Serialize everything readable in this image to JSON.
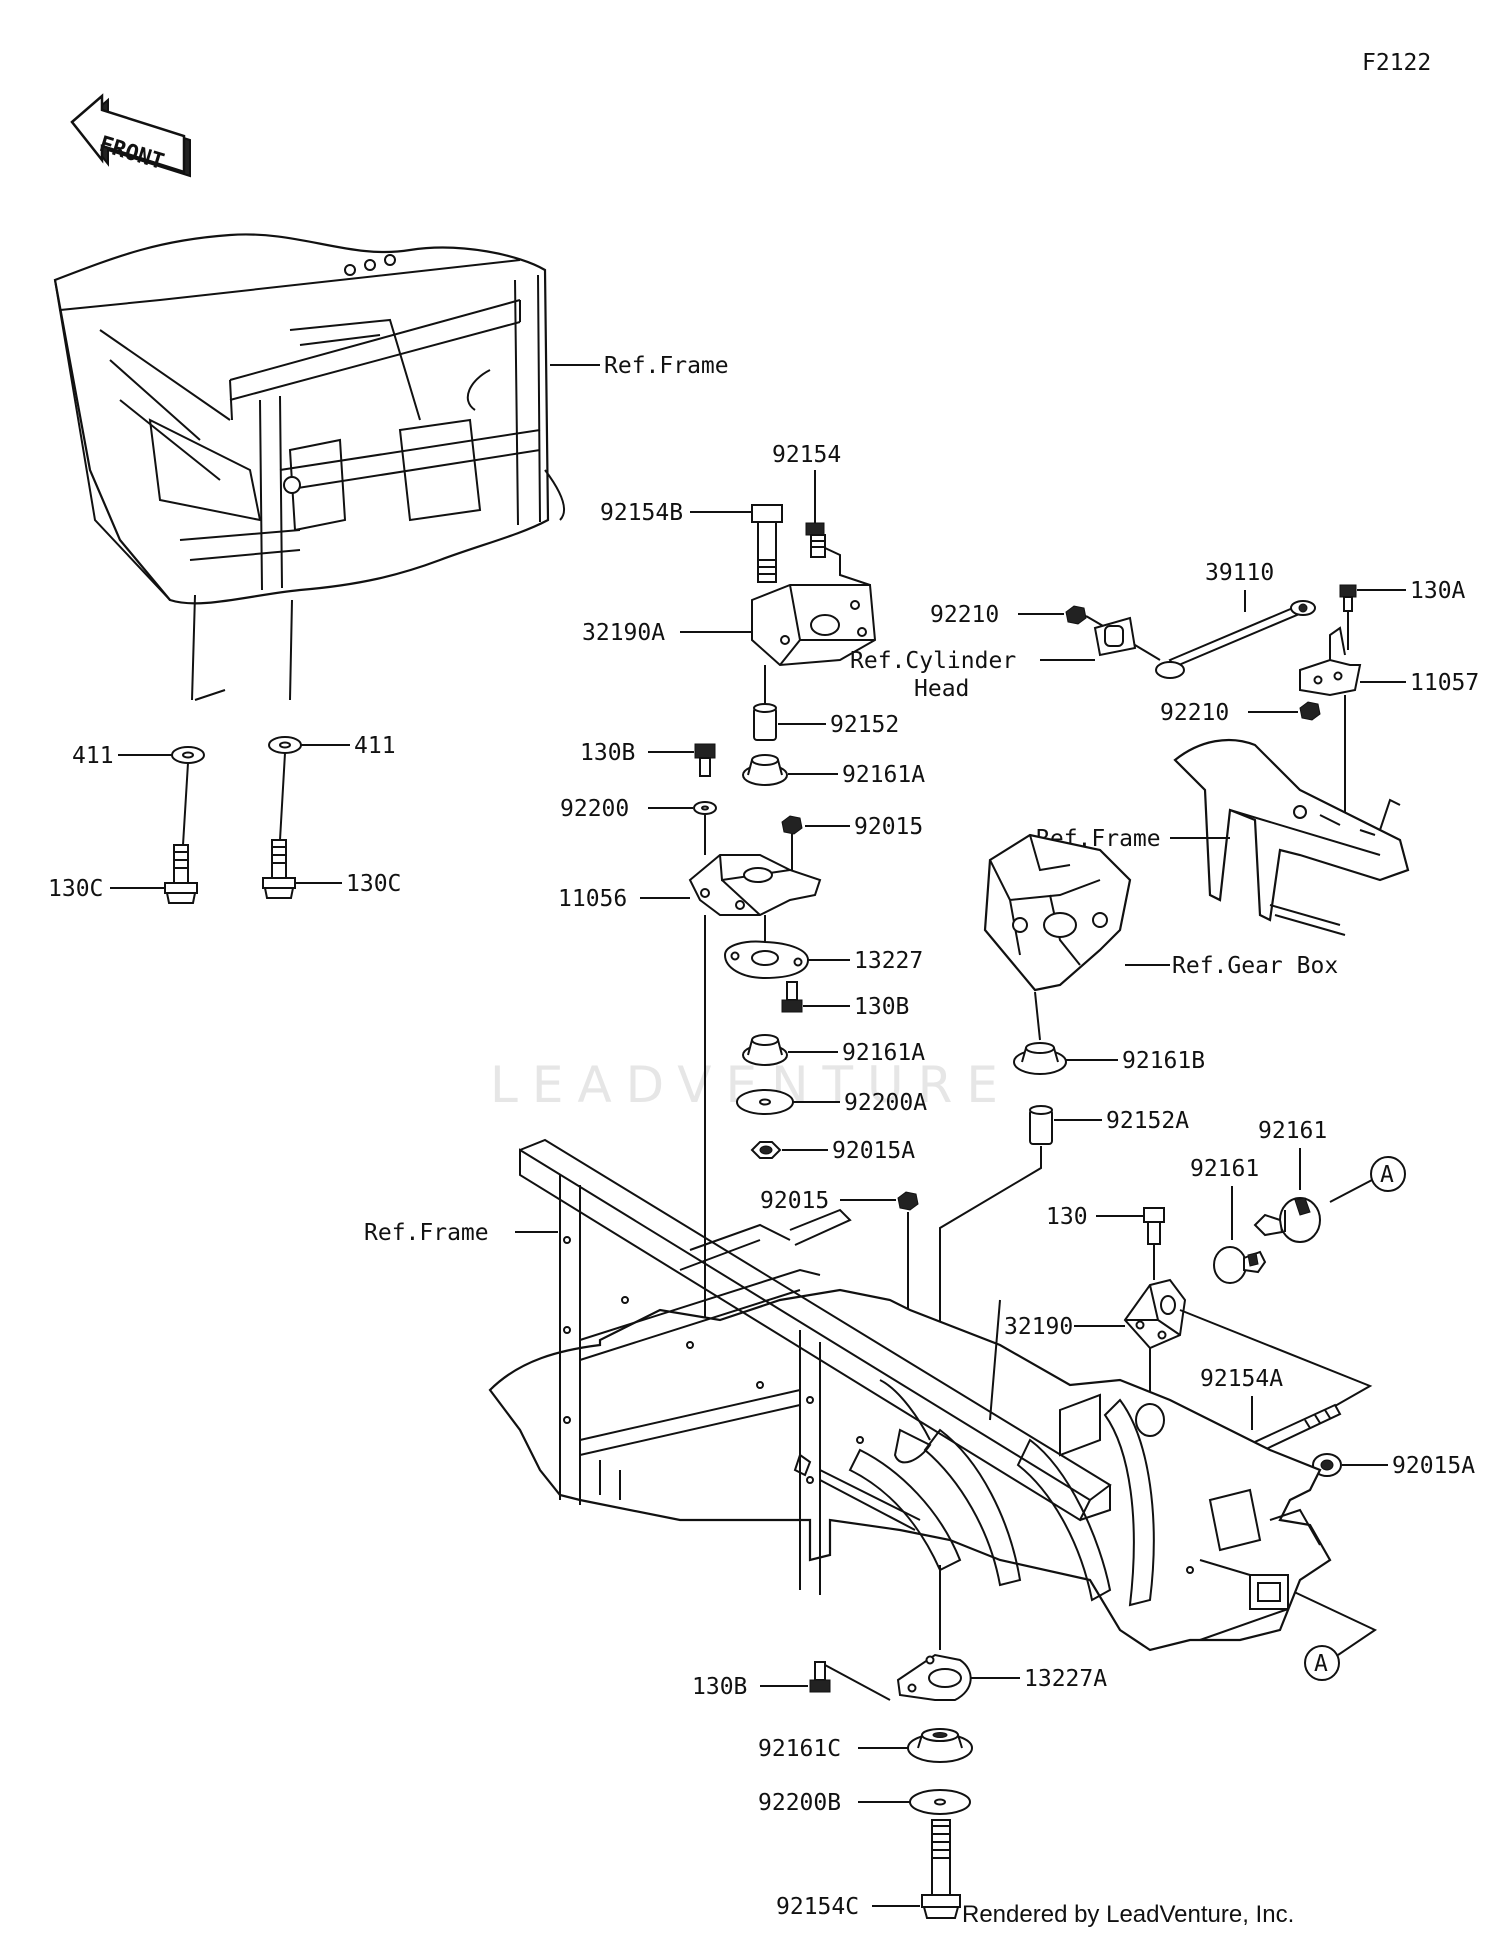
{
  "diagram_code": "F2122",
  "front_arrow_label": "FRONT",
  "watermark": "LEADVENTURE",
  "credit": "Rendered by LeadVenture, Inc.",
  "callout_letter": "A",
  "references": {
    "frame": "Ref.Frame",
    "cylinder_head_line1": "Ref.Cylinder",
    "cylinder_head_line2": "Head",
    "gear_box": "Ref.Gear Box"
  },
  "parts": {
    "p92154": "92154",
    "p92154B": "92154B",
    "p32190A": "32190A",
    "p92152": "92152",
    "p130B": "130B",
    "p92161A": "92161A",
    "p92200": "92200",
    "p92015": "92015",
    "p11056": "11056",
    "p13227": "13227",
    "p92200A": "92200A",
    "p92015A": "92015A",
    "p39110": "39110",
    "p130A": "130A",
    "p92210": "92210",
    "p11057": "11057",
    "p92161B": "92161B",
    "p92152A": "92152A",
    "p92161": "92161",
    "p130": "130",
    "p32190": "32190",
    "p92154A": "92154A",
    "p13227A": "13227A",
    "p92161C": "92161C",
    "p92200B": "92200B",
    "p92154C": "92154C",
    "p411": "411",
    "p130C": "130C"
  }
}
